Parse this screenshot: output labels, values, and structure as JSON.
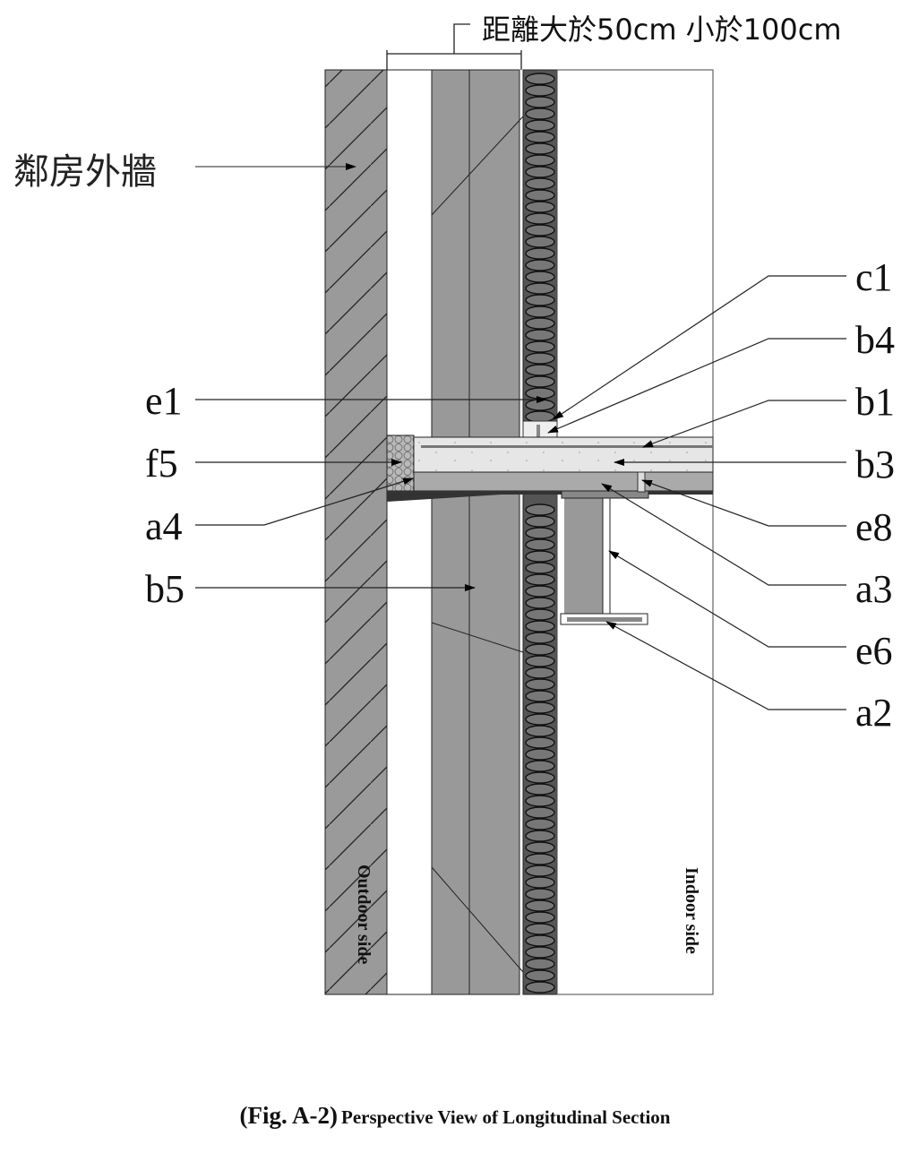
{
  "dimension_note": "距離大於50cm 小於100cm",
  "neighbor_wall_label": "鄰房外牆",
  "left_labels": [
    "e1",
    "f5",
    "a4",
    "b5"
  ],
  "right_labels": [
    "c1",
    "b4",
    "b1",
    "b3",
    "e8",
    "a3",
    "e6",
    "a2"
  ],
  "outdoor_side": "Outdoor side",
  "indoor_side": "Indoor side",
  "caption": {
    "figure": "(Fig. A-2)",
    "title": "Perspective View of Longitudinal Section"
  }
}
